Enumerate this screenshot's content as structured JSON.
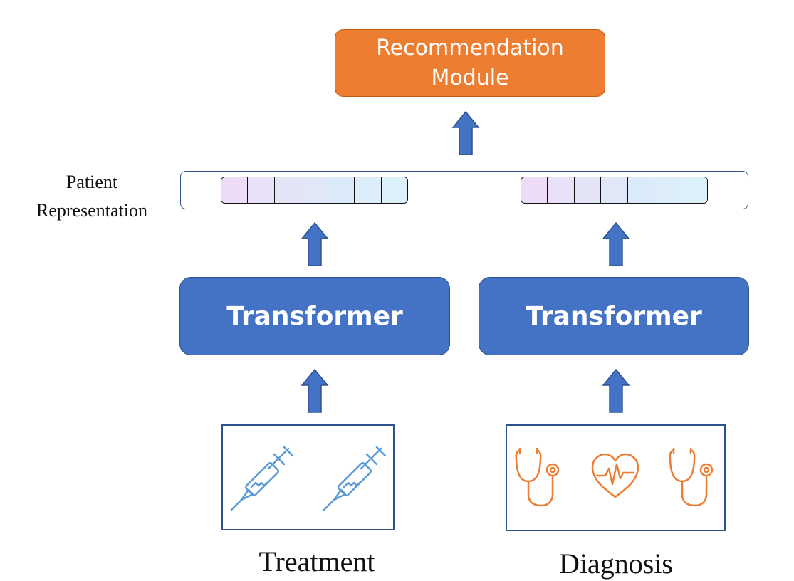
{
  "recommendation_module": {
    "line1": "Recommendation",
    "line2": "Module"
  },
  "patient_representation": {
    "line1": "Patient",
    "line2": "Representation"
  },
  "transformers": [
    {
      "label": "Transformer"
    },
    {
      "label": "Transformer"
    }
  ],
  "inputs": {
    "treatment_label": "Treatment",
    "diagnosis_label": "Diagnosis"
  },
  "colors": {
    "recommendation_fill": "#ED7D31",
    "transformer_fill": "#4472C4",
    "arrow_fill": "#4472C4",
    "border": "#2F528F",
    "syringe_icon": "#5B9BD5",
    "diagnosis_icon": "#ED7D31",
    "embedding_gradient": [
      "#EEDCF7",
      "#E3E5F7",
      "#DCEBF9",
      "#DDF1FB"
    ]
  },
  "embedding_cells": 7,
  "icons": {
    "treatment": [
      "syringe-icon",
      "syringe-icon"
    ],
    "diagnosis": [
      "stethoscope-icon",
      "heart-pulse-icon",
      "stethoscope-icon"
    ]
  }
}
